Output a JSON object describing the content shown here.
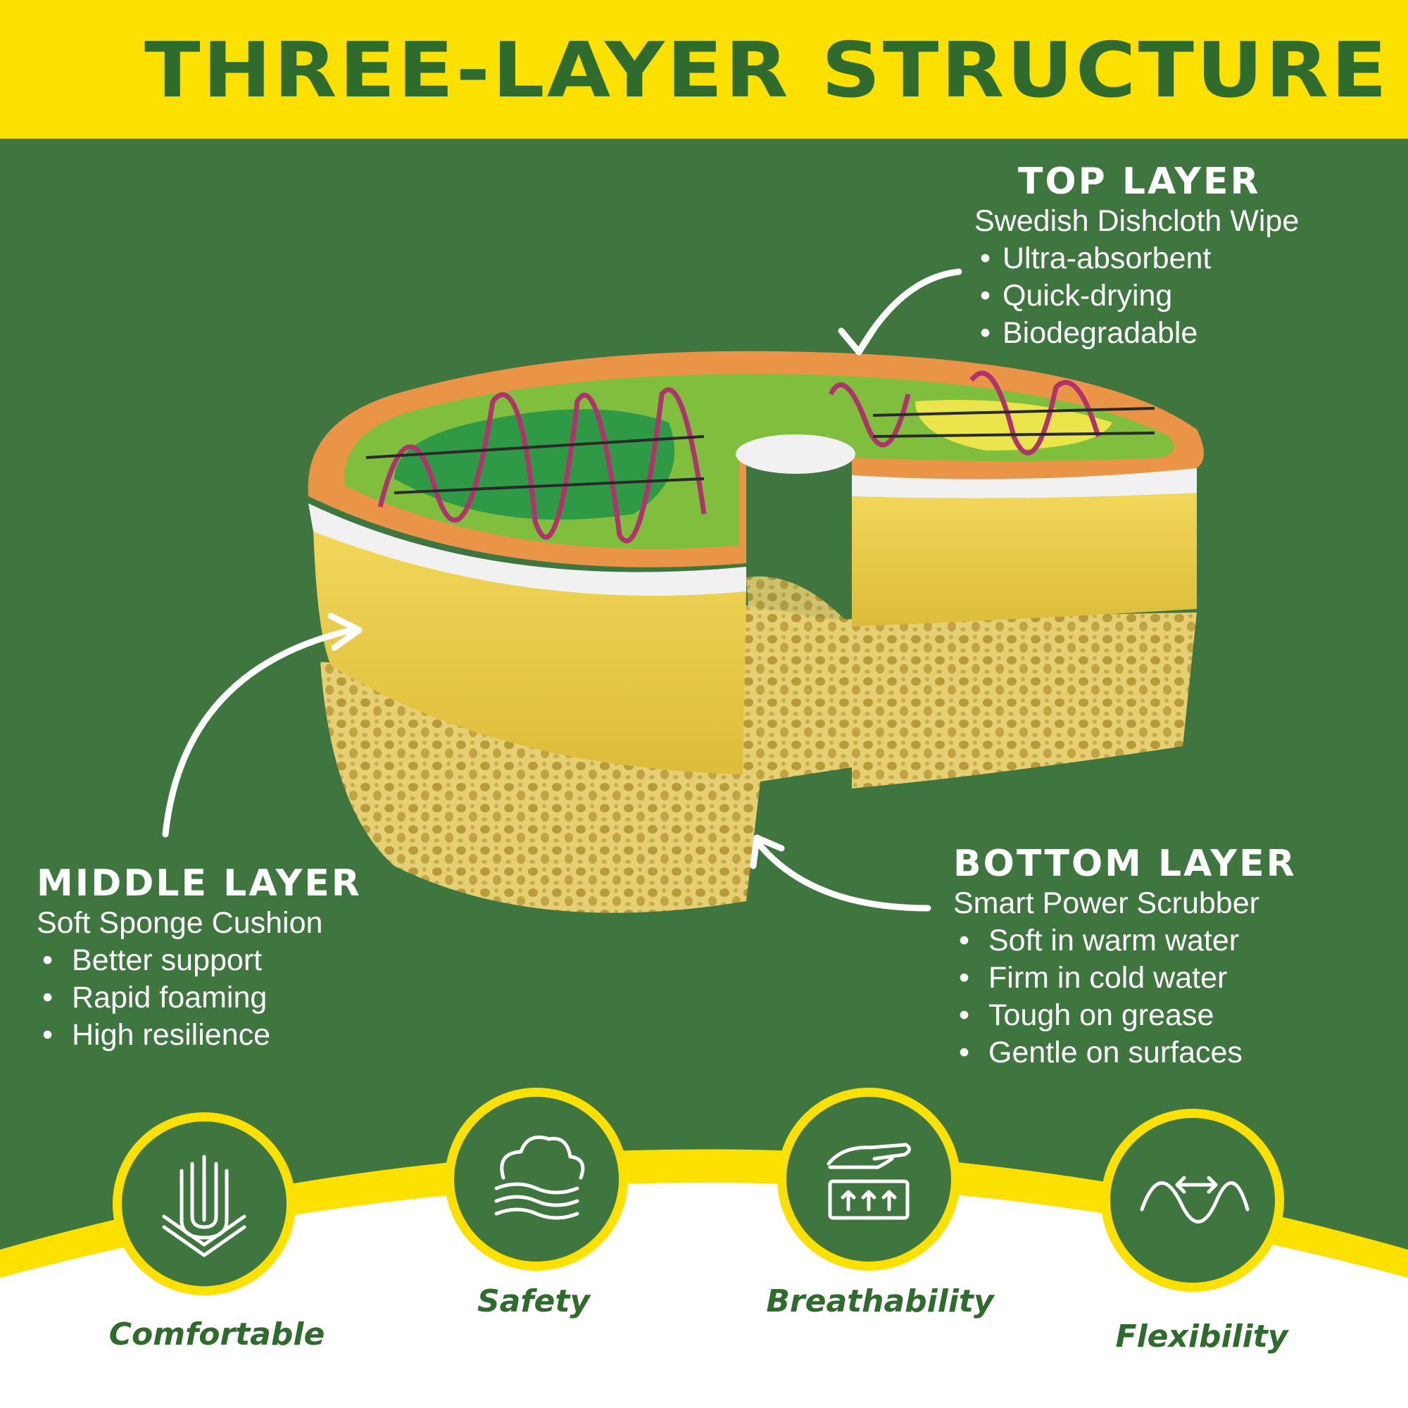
{
  "title": "THREE-LAYER STRUCTURE",
  "layers": {
    "top": {
      "heading": "TOP LAYER",
      "subtitle": "Swedish Dishcloth Wipe",
      "bullets": [
        "Ultra-absorbent",
        "Quick-drying",
        "Biodegradable"
      ]
    },
    "middle": {
      "heading": "MIDDLE LAYER",
      "subtitle": "Soft Sponge Cushion",
      "bullets": [
        "Better support",
        "Rapid foaming",
        "High resilience"
      ]
    },
    "bottom": {
      "heading": "BOTTOM LAYER",
      "subtitle": "Smart Power Scrubber",
      "bullets": [
        "Soft in warm water",
        "Firm in cold water",
        "Tough on grease",
        "Gentle on surfaces"
      ]
    }
  },
  "features": [
    {
      "label": "Comfortable",
      "icon": "layers-down-arrow-icon"
    },
    {
      "label": "Safety",
      "icon": "cloud-waves-icon"
    },
    {
      "label": "Breathability",
      "icon": "hand-press-icon"
    },
    {
      "label": "Flexibility",
      "icon": "wave-arrows-icon"
    }
  ],
  "colors": {
    "background": "#3f7640",
    "banner": "#fbe000",
    "title_text": "#2f6b2c",
    "body_text": "#ffffff"
  }
}
